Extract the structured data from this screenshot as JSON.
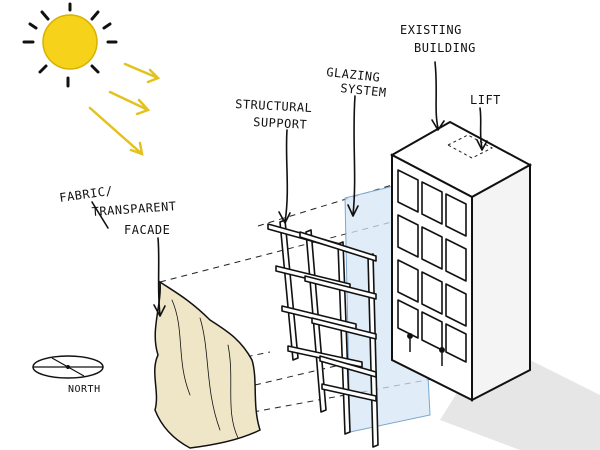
{
  "labels": {
    "existing_line1": "EXISTING",
    "existing_line2": "BUILDING",
    "lift": "LIFT",
    "glazing_line1": "GLAZING",
    "glazing_line2": "SYSTEM",
    "structural_line1": "STRUCTURAL",
    "structural_line2": "SUPPORT",
    "fabric_line1": "FABRIC/",
    "fabric_line2": "TRANSPARENT",
    "fabric_line3": "FACADE",
    "north": "NORTH"
  },
  "colors": {
    "ink": "#111111",
    "sun": "#f6d21a",
    "sun_rays": "#d9b100",
    "arrow": "#e3c21e",
    "glass": "#d6e6f5",
    "fabric": "#efe6c8",
    "shadow": "#e3e3e3",
    "building_side": "#f4f4f4"
  }
}
